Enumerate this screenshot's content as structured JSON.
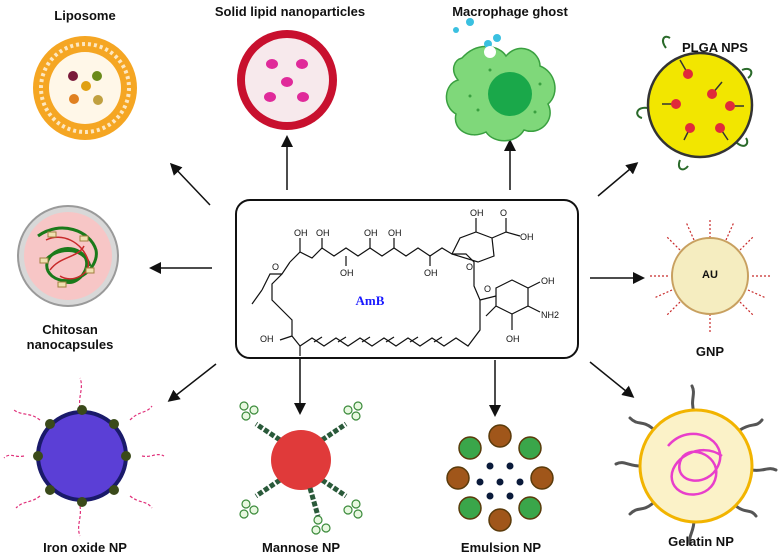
{
  "center": {
    "molecule_name": "AmB",
    "groups": {
      "oh": "OH",
      "nh2": "NH2",
      "o": "O"
    }
  },
  "carriers": [
    {
      "label": "Liposome"
    },
    {
      "label": "Solid lipid nanoparticles"
    },
    {
      "label": "Macrophage ghost"
    },
    {
      "label": "PLGA NPS"
    },
    {
      "label": "Chitosan\nnanocapsules"
    },
    {
      "label": "GNP",
      "core_label": "AU"
    },
    {
      "label": "Iron oxide NP"
    },
    {
      "label": "Mannose NP"
    },
    {
      "label": "Emulsion NP"
    },
    {
      "label": "Gelatin NP"
    }
  ],
  "colors": {
    "liposome": "#f5a623",
    "sln": "#c8102e",
    "macrophage": "#3cb043",
    "plga": "#f2e600",
    "chitosan": "#f7c6c6",
    "gnp": "#f5edc0",
    "iron_oxide": "#5b3fd6",
    "mannose": "#e03a3a",
    "emulsion": "#3aa64a",
    "gelatin": "#e83ecb",
    "amb_text": "#1a1aff"
  }
}
